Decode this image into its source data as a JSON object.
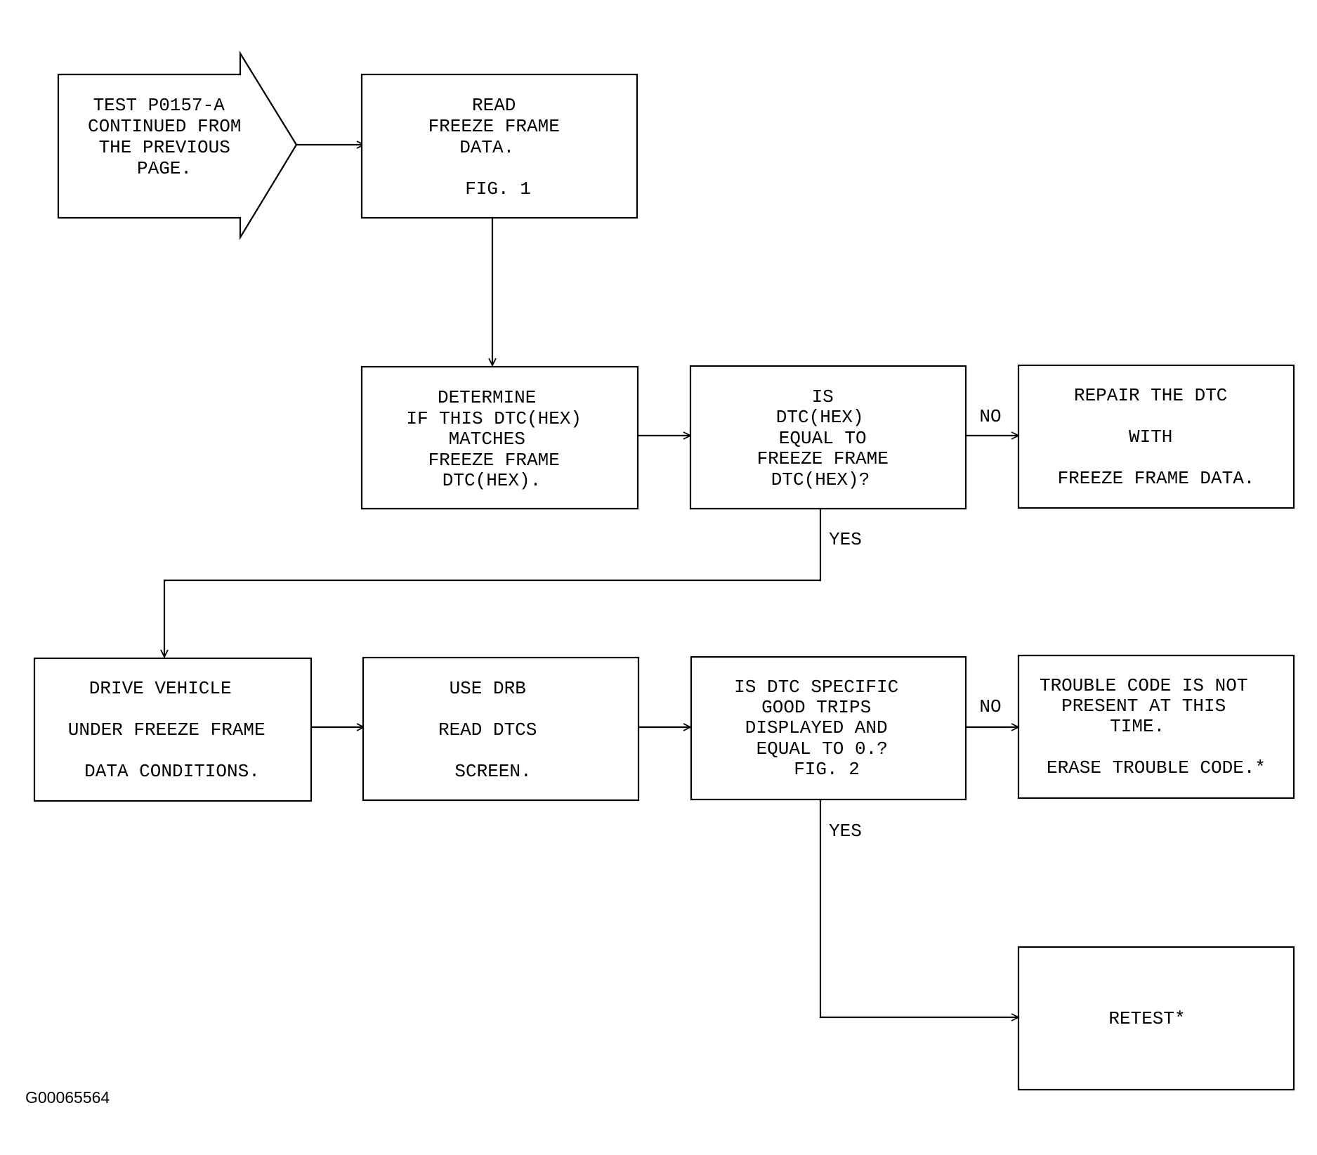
{
  "nodes": {
    "start": [
      "TEST P0157-A",
      "CONTINUED FROM",
      "THE PREVIOUS",
      "PAGE."
    ],
    "read_freeze": [
      "READ",
      "FREEZE FRAME",
      "DATA.",
      "",
      "FIG. 1"
    ],
    "determine": [
      "DETERMINE",
      "IF THIS DTC(HEX)",
      "MATCHES",
      "FREEZE FRAME",
      "DTC(HEX)."
    ],
    "is_equal": [
      "IS",
      "DTC(HEX)",
      "EQUAL TO",
      "FREEZE FRAME",
      "DTC(HEX)?"
    ],
    "repair": [
      "REPAIR THE DTC",
      "",
      "WITH",
      "",
      "FREEZE FRAME DATA."
    ],
    "drive": [
      "DRIVE VEHICLE",
      "",
      "UNDER FREEZE FRAME",
      "",
      "DATA CONDITIONS."
    ],
    "use_drb": [
      "USE DRB",
      "",
      "READ DTCS",
      "",
      "SCREEN."
    ],
    "is_good_trips": [
      "IS DTC SPECIFIC",
      "GOOD TRIPS",
      "DISPLAYED AND",
      "EQUAL TO 0.?",
      "FIG. 2"
    ],
    "not_present": [
      "TROUBLE CODE IS NOT",
      "PRESENT AT THIS",
      "TIME.",
      "",
      "ERASE TROUBLE CODE.*"
    ],
    "retest": [
      "RETEST*"
    ]
  },
  "edge_labels": {
    "no_1": "NO",
    "yes_1": "YES",
    "no_2": "NO",
    "yes_2": "YES"
  },
  "figure_id": "G00065564"
}
